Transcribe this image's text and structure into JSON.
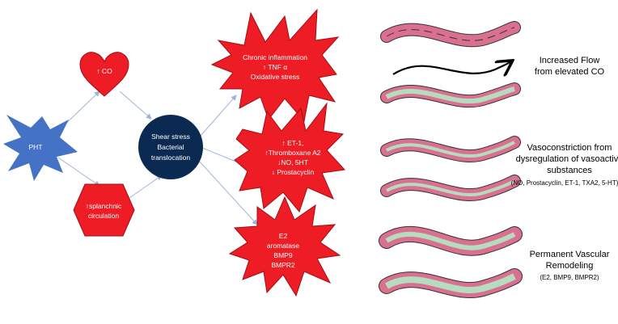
{
  "nodes": {
    "pht": {
      "label": "PHT"
    },
    "co": {
      "label": "↑ CO"
    },
    "splanchnic": {
      "line1": "↑splanchnic",
      "line2": "circulation"
    },
    "shear": {
      "line1": "Shear stress",
      "line2": "Bacterial",
      "line3": "translocation"
    },
    "inflammation": {
      "line1": "Chronic inflammation",
      "line2": "↑ TNF α",
      "line3": "Oxidative stress"
    },
    "vasoactive": {
      "line1": "↑ ET-1,",
      "line2": "↑Thromboxane A2",
      "line3": "↓NO, 5HT",
      "line4": "↓ Prostacyclin"
    },
    "remodel_factors": {
      "line1": "E2",
      "line2": "aromatase",
      "line3": "BMP9",
      "line4": "BMPR2"
    }
  },
  "outcomes": {
    "flow": {
      "line1": "Increased Flow",
      "line2": "from elevated CO"
    },
    "vasoconstriction": {
      "line1": "Vasoconstriction from",
      "line2": "dysregulation of vasoactive",
      "line3": "substances",
      "line4": "(NO, Prostacyclin, ET-1, TXA2, 5-HT)"
    },
    "remodeling": {
      "line1": "Permanent Vascular",
      "line2": "Remodeling",
      "line3": "(E2, BMP9, BMPR2)"
    }
  },
  "colors": {
    "red": "#ee1c25",
    "blue": "#4472c4",
    "navy": "#0b2a52",
    "vessel_pink": "#d9708f",
    "vessel_green": "#b5dcbf",
    "arrow": "#9db3d8"
  }
}
